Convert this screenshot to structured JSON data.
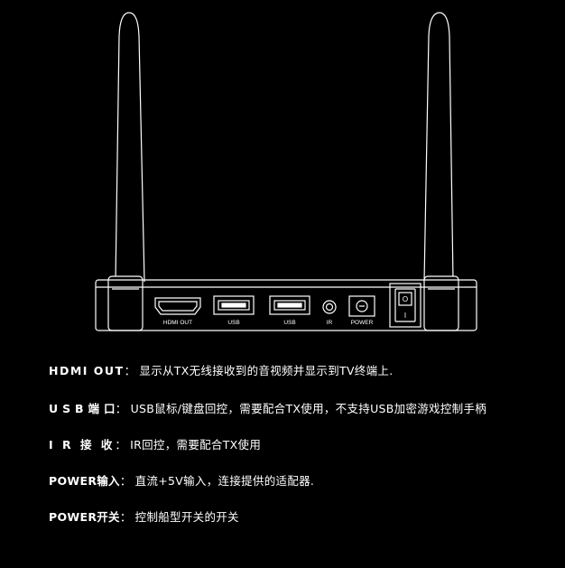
{
  "device": {
    "ports": [
      {
        "id": "hdmi",
        "label": "HDMI OUT"
      },
      {
        "id": "usb1",
        "label": "USB"
      },
      {
        "id": "usb2",
        "label": "USB"
      },
      {
        "id": "ir",
        "label": "IR"
      },
      {
        "id": "power",
        "label": "POWER"
      }
    ],
    "switch_on": "I",
    "switch_off": "O"
  },
  "descriptions": [
    {
      "term": "HDMI OUT",
      "text": "显示从TX无线接收到的音视频并显示到TV终端上."
    },
    {
      "term": "U S B 端 口",
      "text": "USB鼠标/键盘回控，需要配合TX使用，不支持USB加密游戏控制手柄"
    },
    {
      "term": "I R 接 收",
      "text": "IR回控，需要配合TX使用"
    },
    {
      "term": "POWER输入",
      "text": "直流+5V输入，连接提供的适配器."
    },
    {
      "term": "POWER开关",
      "text": "控制船型开关的开关"
    }
  ],
  "colors": {
    "background": "#000000",
    "line": "#ffffff"
  }
}
